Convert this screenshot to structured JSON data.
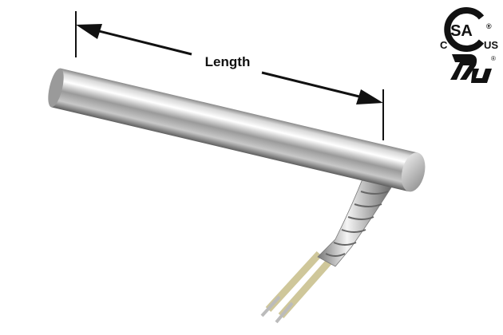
{
  "dimension": {
    "label": "Length"
  },
  "certifications": {
    "csa": {
      "mark": "SA",
      "left": "C",
      "right": "US",
      "registered": "®"
    },
    "ur": {
      "mark": "UR",
      "registered": "®"
    }
  },
  "colors": {
    "metal_light": "#f4f4f4",
    "metal_dark": "#6e6e6e",
    "insulation": "#cfc79a",
    "ink": "#111111"
  }
}
